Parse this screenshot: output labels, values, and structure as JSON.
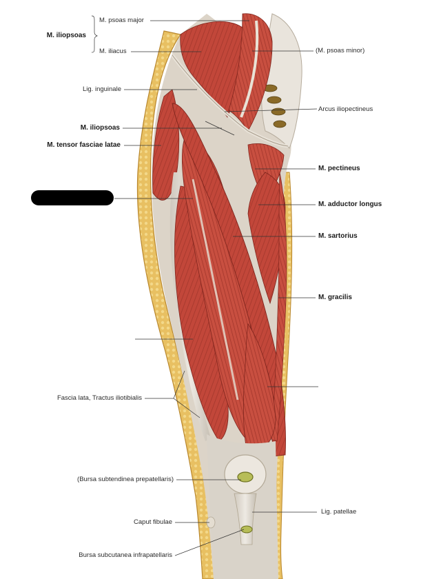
{
  "labels": {
    "iliopsoas_group": "M. iliopsoas",
    "psoas_major": "M. psoas major",
    "iliacus": "M. iliacus",
    "psoas_minor": "(M. psoas minor)",
    "lig_inguinale": "Lig. inguinale",
    "arcus_iliopectineus": "Arcus iliopectineus",
    "iliopsoas": "M. iliopsoas",
    "tensor_fasciae_latae": "M. tensor fasciae latae",
    "pectineus": "M. pectineus",
    "adductor_longus": "M. adductor longus",
    "sartorius": "M. sartorius",
    "gracilis": "M. gracilis",
    "fascia_lata": "Fascia lata, Tractus iliotibialis",
    "bursa_subtendinea": "(Bursa subtendinea prepatellaris)",
    "lig_patellae": "Lig. patellae",
    "caput_fibulae": "Caput fibulae",
    "bursa_subcutanea": "Bursa subcutanea infrapatellaris"
  },
  "colors": {
    "muscle": "#c2473a",
    "muscle_dark": "#8e2a22",
    "muscle_light": "#e07a66",
    "tendon": "#dcd6cc",
    "fat": "#e6b34a",
    "fascia": "#c9b48a",
    "leader": "#333333"
  }
}
